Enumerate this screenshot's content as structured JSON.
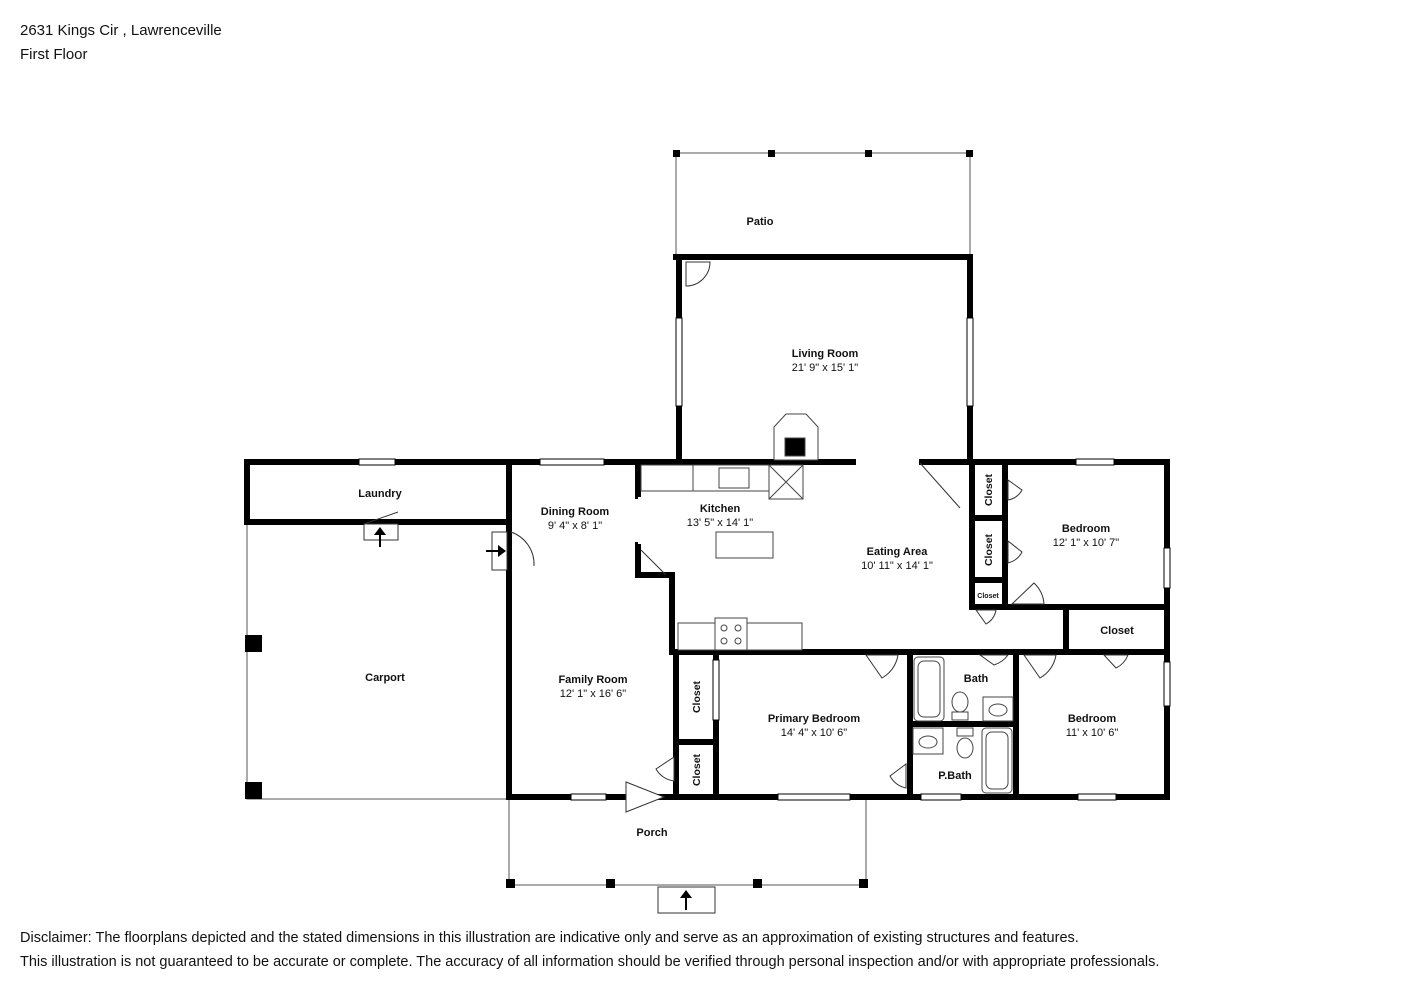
{
  "header": {
    "address": "2631 Kings Cir , Lawrenceville",
    "floor": "First Floor"
  },
  "rooms": {
    "patio": {
      "name": "Patio"
    },
    "living_room": {
      "name": "Living Room",
      "dims": "21' 9\" x 15' 1\""
    },
    "laundry": {
      "name": "Laundry"
    },
    "dining_room": {
      "name": "Dining Room",
      "dims": "9' 4\" x 8' 1\""
    },
    "kitchen": {
      "name": "Kitchen",
      "dims": "13' 5\" x 14' 1\""
    },
    "eating_area": {
      "name": "Eating Area",
      "dims": "10' 11\" x 14' 1\""
    },
    "bedroom_ne": {
      "name": "Bedroom",
      "dims": "12' 1\" x 10' 7\""
    },
    "closet_ne1": {
      "name": "Closet"
    },
    "closet_ne2": {
      "name": "Closet"
    },
    "closet_small": {
      "name": "Closet"
    },
    "closet_hall": {
      "name": "Closet"
    },
    "carport": {
      "name": "Carport"
    },
    "family_room": {
      "name": "Family Room",
      "dims": "12' 1\" x 16' 6\""
    },
    "closet_fam1": {
      "name": "Closet"
    },
    "closet_fam2": {
      "name": "Closet"
    },
    "primary_bedroom": {
      "name": "Primary Bedroom",
      "dims": "14' 4\" x 10' 6\""
    },
    "bath": {
      "name": "Bath"
    },
    "pbath": {
      "name": "P.Bath"
    },
    "bedroom_se": {
      "name": "Bedroom",
      "dims": "11' x 10' 6\""
    },
    "porch": {
      "name": "Porch"
    }
  },
  "disclaimer": {
    "line1": "Disclaimer: The floorplans depicted and the stated dimensions in this illustration are indicative only and serve as an approximation of existing structures and features.",
    "line2": "This illustration is not guaranteed to be accurate or complete. The accuracy of all information should be verified through personal inspection and/or with appropriate professionals."
  },
  "colors": {
    "wall": "#000000",
    "thin_line": "#555555",
    "background": "#ffffff"
  }
}
